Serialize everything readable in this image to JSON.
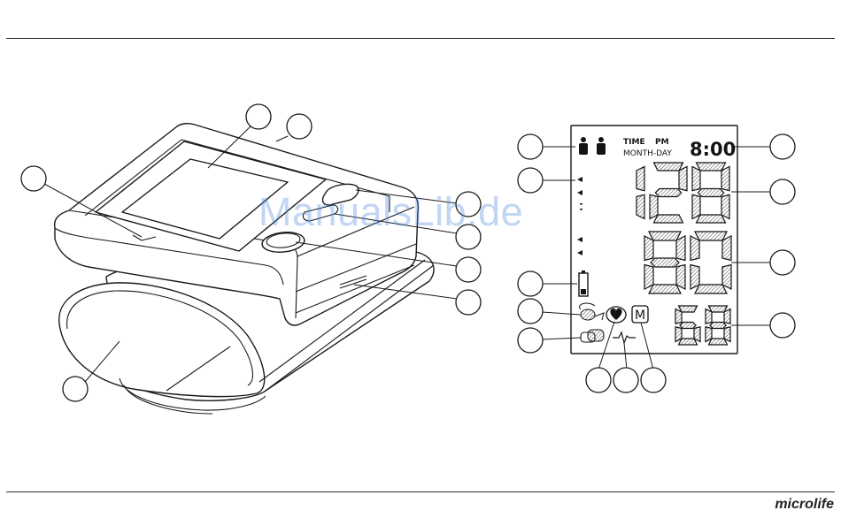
{
  "page": {
    "brand": "microlife",
    "watermark": "ManualsLib.de"
  },
  "lcd": {
    "time_label": "TIME",
    "pm_label": "PM",
    "date_label": "MONTH-DAY",
    "time_value": "8:00",
    "user_1": "1",
    "user_2": "2",
    "memory_badge": "M"
  },
  "readings": {
    "systolic": 128,
    "diastolic": 80,
    "pulse": 68
  },
  "icons": {
    "user_1": "user-1-icon",
    "user_2": "user-2-icon",
    "battery": "battery-icon",
    "cuff_wrap": "cuff-wrap-icon",
    "cuff": "cuff-icon",
    "heart": "heart-icon",
    "arrhythmia": "arrhythmia-wave-icon",
    "memory": "memory-icon",
    "pressure_scale": "pressure-scale-arrows-icon"
  },
  "colors": {
    "line": "#1a1a1a",
    "watermark": "#4f8be0"
  }
}
